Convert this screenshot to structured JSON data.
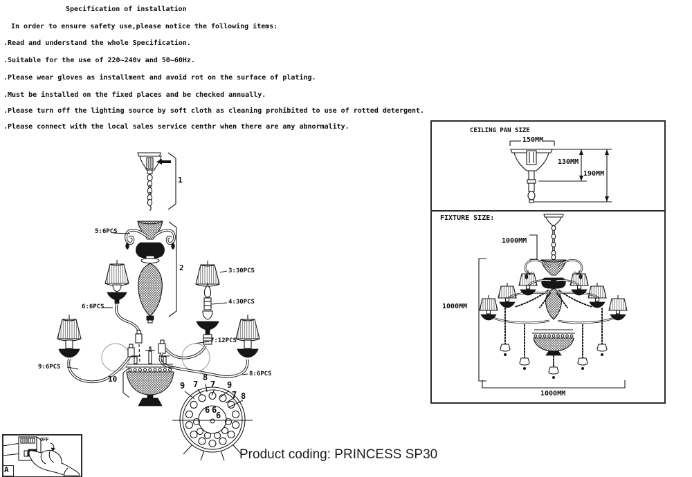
{
  "spec": {
    "title": "Specification of installation",
    "intro": "In order to ensure safety use,please notice the following items:",
    "items": [
      ".Read and understand the whole Specification.",
      ".Suitable for the use of 220~240v and 50~60Hz.",
      ".Please wear gloves as installment and avoid rot on the surface of plating.",
      ".Must be installed on the fixed places and be checked annually.",
      ".Please turn off the lighting source by soft cloth as cleaning prohibited to use of rotted detergent.",
      ".Please connect with the local sales service centhr when there are any abnormality."
    ]
  },
  "assembly": {
    "brackets": {
      "hanging": "1",
      "column": "2",
      "bowl": "10"
    },
    "callouts": {
      "scroll_arm": "5:6PCS",
      "upper_arm": "6:6PCS",
      "lower_arm_left": "9:6PCS",
      "lampshade": "3:30PCS",
      "candle_sleeve": "4:30PCS",
      "middle_arm": "7:12PCS",
      "lower_arm_right": "8:6PCS"
    },
    "ring_numbers_outside": [
      "8",
      "9",
      "7",
      "7",
      "9",
      "7",
      "8"
    ],
    "ring_numbers_inside": [
      "6",
      "6",
      "6"
    ]
  },
  "dimensions": {
    "ceiling_pan": {
      "title": "CEILING PAN SIZE",
      "width": "150MM",
      "inner_height": "130MM",
      "total_height": "190MM"
    },
    "fixture": {
      "title": "FIXTURE SIZE:",
      "chain_length": "1000MM",
      "height": "1000MM",
      "width": "1000MM"
    }
  },
  "power_off": {
    "switch_label": "OFF",
    "panel_label": "A"
  },
  "footer": {
    "product_coding": "Product coding: PRINCESS SP30"
  }
}
